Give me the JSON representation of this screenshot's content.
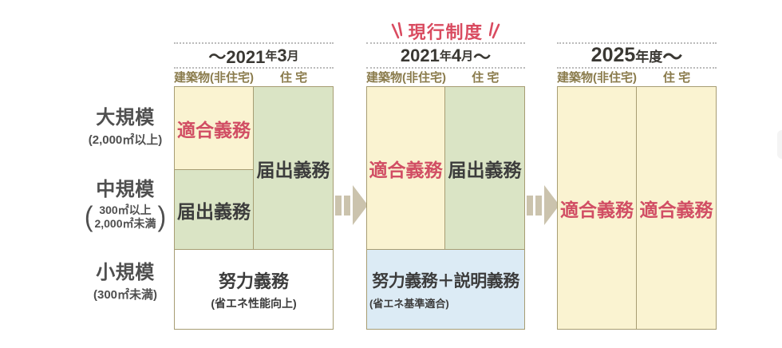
{
  "badge": {
    "text": "現行制度"
  },
  "row_labels": [
    {
      "title": "大規模",
      "note": "(2,000㎡以上)"
    },
    {
      "title": "中規模",
      "note_line1": "300㎡以上",
      "note_line2": "2,000㎡未満"
    },
    {
      "title": "小規模",
      "note": "(300㎡未満)"
    }
  ],
  "panels": [
    {
      "period_segments": [
        {
          "t": "〜2021"
        },
        {
          "t": "年",
          "small": true
        },
        {
          "t": "3"
        },
        {
          "t": "月",
          "small": true
        }
      ],
      "col_left": "建築物(非住宅)",
      "col_right": "住 宅",
      "cells": {
        "compliance": "適合義務",
        "notify_left": "届出義務",
        "notify_right": "届出義務",
        "effort": "努力義務",
        "effort_note": "(省エネ性能向上)"
      }
    },
    {
      "period_segments": [
        {
          "t": "2021"
        },
        {
          "t": "年",
          "small": true
        },
        {
          "t": "4"
        },
        {
          "t": "月",
          "small": true
        },
        {
          "t": "〜"
        }
      ],
      "col_left": "建築物(非住宅)",
      "col_right": "住 宅",
      "cells": {
        "compliance": "適合義務",
        "notify": "届出義務",
        "effort": "努力義務＋説明義務",
        "effort_note": "(省エネ基準適合)"
      }
    },
    {
      "period_segments": [
        {
          "t": "2025"
        },
        {
          "t": "年度",
          "small": true
        },
        {
          "t": "〜"
        }
      ],
      "col_left": "建築物(非住宅)",
      "col_right": "住 宅",
      "cells": {
        "compliance_left": "適合義務",
        "compliance_right": "適合義務"
      }
    }
  ]
}
